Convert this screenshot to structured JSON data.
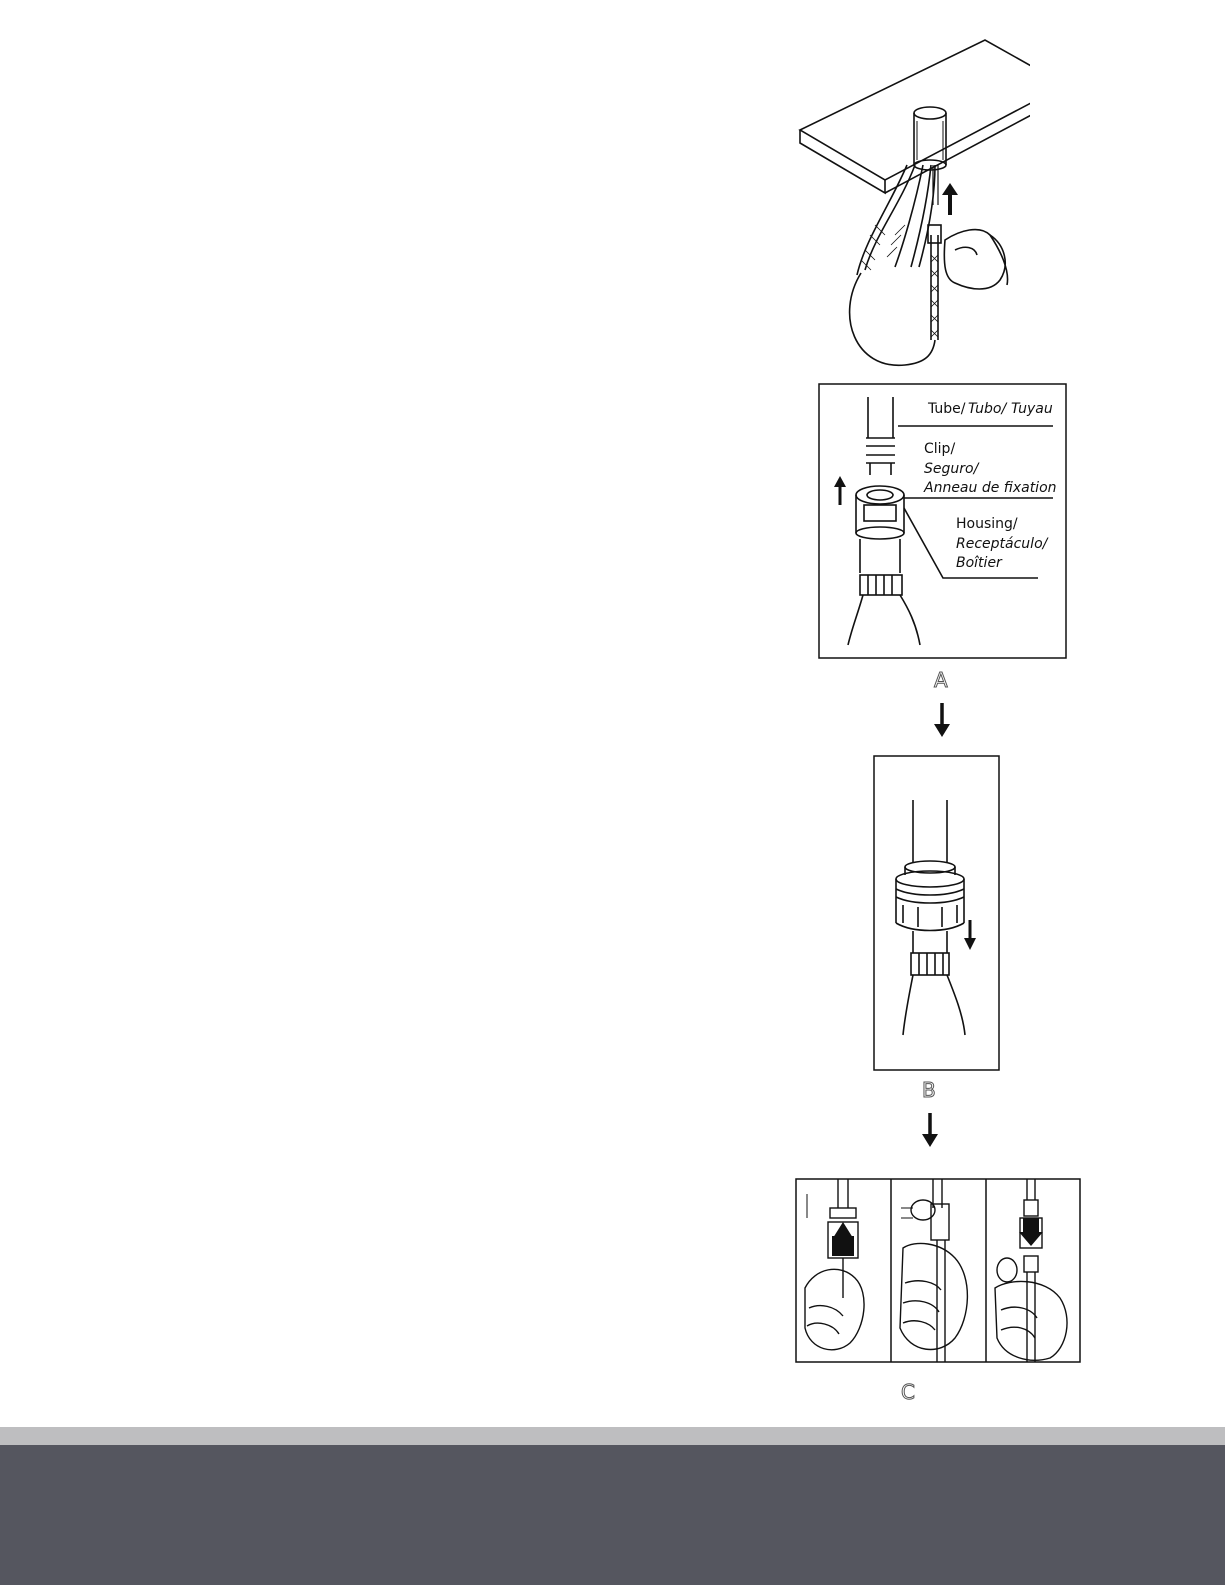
{
  "figure_a": {
    "label": "A",
    "callouts": {
      "tube": [
        "Tube/",
        "Tubo/",
        "Tuyau"
      ],
      "clip": [
        "Clip/",
        "Seguro/",
        "Anneau de fixation"
      ],
      "housing": [
        "Housing/",
        "Receptáculo/",
        "Boîtier"
      ]
    }
  },
  "figure_b": {
    "label": "B"
  },
  "figure_c": {
    "label": "C"
  }
}
